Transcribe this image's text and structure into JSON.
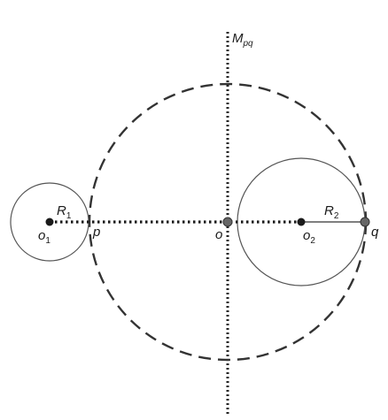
{
  "diagram": {
    "labels": {
      "m": "M",
      "m_sub": "pq",
      "r1": "R",
      "r1_sub": "1",
      "r2": "R",
      "r2_sub": "2",
      "o1": "o",
      "o1_sub": "1",
      "o2": "o",
      "o2_sub": "2",
      "o": "o",
      "p": "p",
      "q": "q"
    },
    "colors": {
      "stroke": "#333333",
      "thin_stroke": "#555555",
      "point_fill": "#1a1a1a",
      "marked_point_fill": "#666666"
    }
  }
}
